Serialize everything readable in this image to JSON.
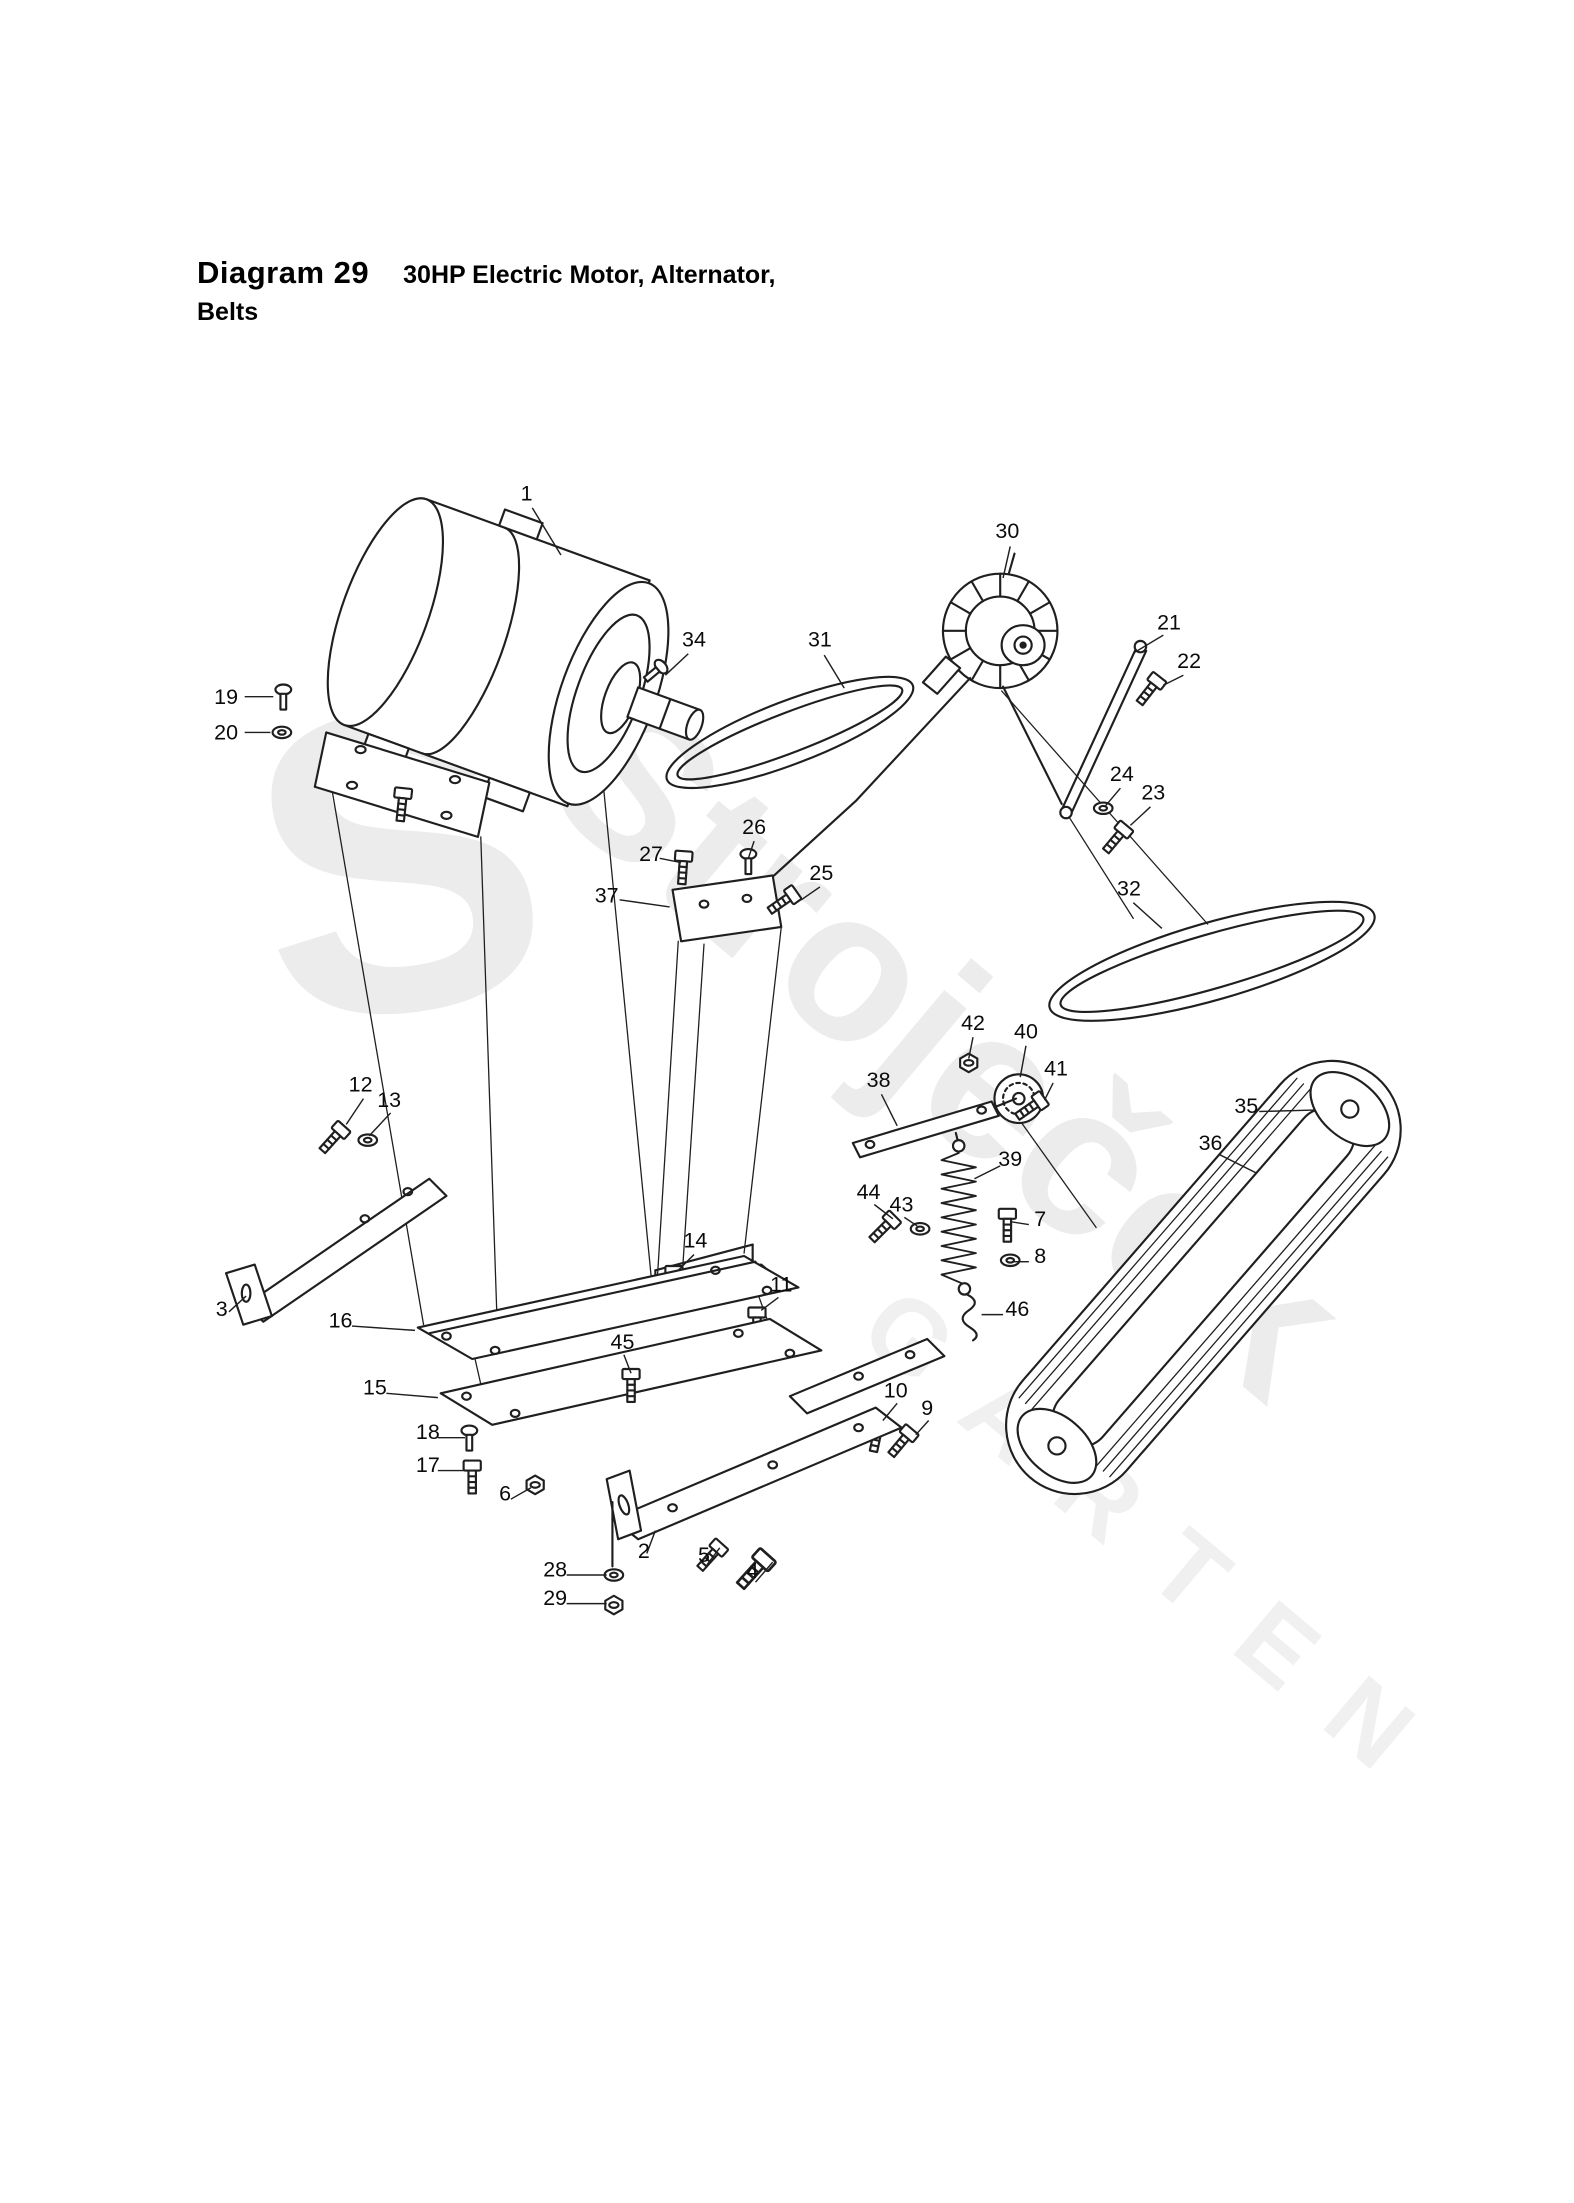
{
  "header": {
    "title": "Diagram 29",
    "subtitle": "30HP Electric Motor, Alternator,",
    "subtitle2": "Belts"
  },
  "watermark": {
    "logo": "S",
    "brand": "Stroječek",
    "suffix": "GARTEN"
  },
  "colors": {
    "ink": "#1f1f1f",
    "watermark": "#ececec",
    "background": "#ffffff"
  },
  "callouts": {
    "p1": "1",
    "p2": "2",
    "p3": "3",
    "p4": "4",
    "p5": "5",
    "p6": "6",
    "p7": "7",
    "p8": "8",
    "p9": "9",
    "p10": "10",
    "p11": "11",
    "p12": "12",
    "p13": "13",
    "p14": "14",
    "p15": "15",
    "p16": "16",
    "p17": "17",
    "p18": "18",
    "p19": "19",
    "p20": "20",
    "p21": "21",
    "p22": "22",
    "p23": "23",
    "p24": "24",
    "p25": "25",
    "p26": "26",
    "p27": "27",
    "p28": "28",
    "p29": "29",
    "p30": "30",
    "p31": "31",
    "p32": "32",
    "p34": "34",
    "p35": "35",
    "p36": "36",
    "p37": "37",
    "p38": "38",
    "p39": "39",
    "p40": "40",
    "p41": "41",
    "p42": "42",
    "p43": "43",
    "p44": "44",
    "p45": "45",
    "p46": "46"
  }
}
